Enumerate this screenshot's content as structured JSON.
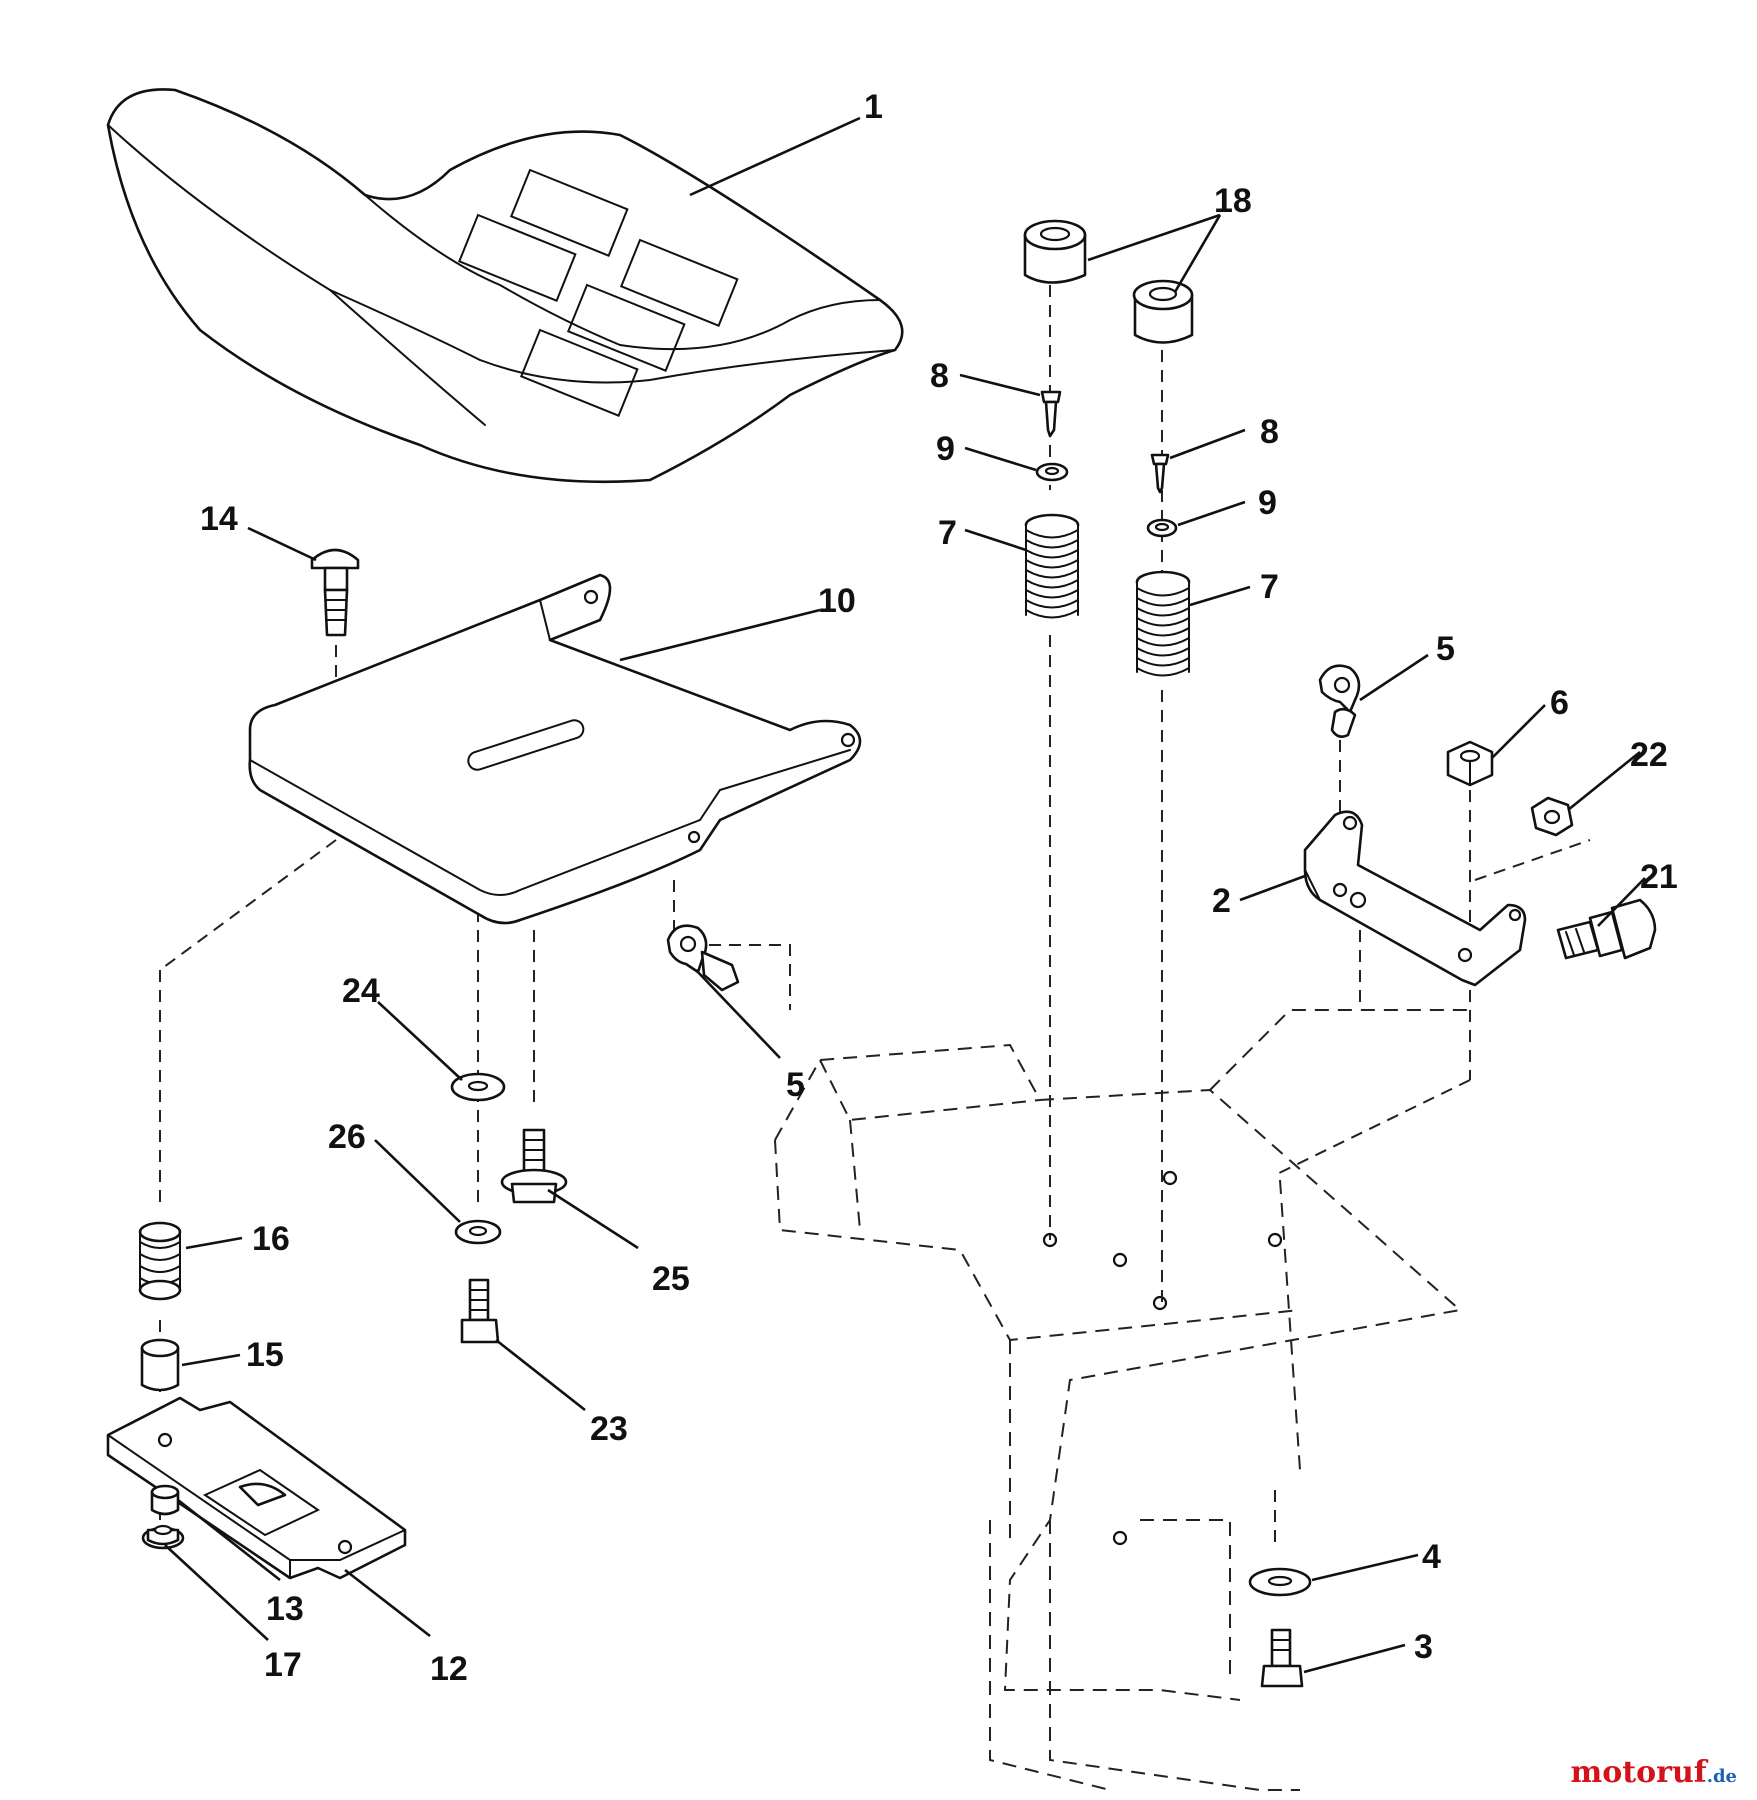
{
  "diagram": {
    "callouts": [
      {
        "id": "c1",
        "label": "1"
      },
      {
        "id": "c18",
        "label": "18"
      },
      {
        "id": "c8a",
        "label": "8"
      },
      {
        "id": "c8b",
        "label": "8"
      },
      {
        "id": "c9a",
        "label": "9"
      },
      {
        "id": "c9b",
        "label": "9"
      },
      {
        "id": "c7a",
        "label": "7"
      },
      {
        "id": "c7b",
        "label": "7"
      },
      {
        "id": "c14",
        "label": "14"
      },
      {
        "id": "c10",
        "label": "10"
      },
      {
        "id": "c5a",
        "label": "5"
      },
      {
        "id": "c5b",
        "label": "5"
      },
      {
        "id": "c6",
        "label": "6"
      },
      {
        "id": "c22",
        "label": "22"
      },
      {
        "id": "c2",
        "label": "2"
      },
      {
        "id": "c21",
        "label": "21"
      },
      {
        "id": "c24",
        "label": "24"
      },
      {
        "id": "c26",
        "label": "26"
      },
      {
        "id": "c25",
        "label": "25"
      },
      {
        "id": "c16",
        "label": "16"
      },
      {
        "id": "c15",
        "label": "15"
      },
      {
        "id": "c23",
        "label": "23"
      },
      {
        "id": "c13",
        "label": "13"
      },
      {
        "id": "c17",
        "label": "17"
      },
      {
        "id": "c12",
        "label": "12"
      },
      {
        "id": "c4",
        "label": "4"
      },
      {
        "id": "c3",
        "label": "3"
      }
    ]
  },
  "watermark": {
    "brand": "motoruf",
    "suffix": ".de",
    "colors": [
      "#d4121a",
      "#1c5fb4",
      "#f0a800",
      "#2a9a3a"
    ]
  }
}
